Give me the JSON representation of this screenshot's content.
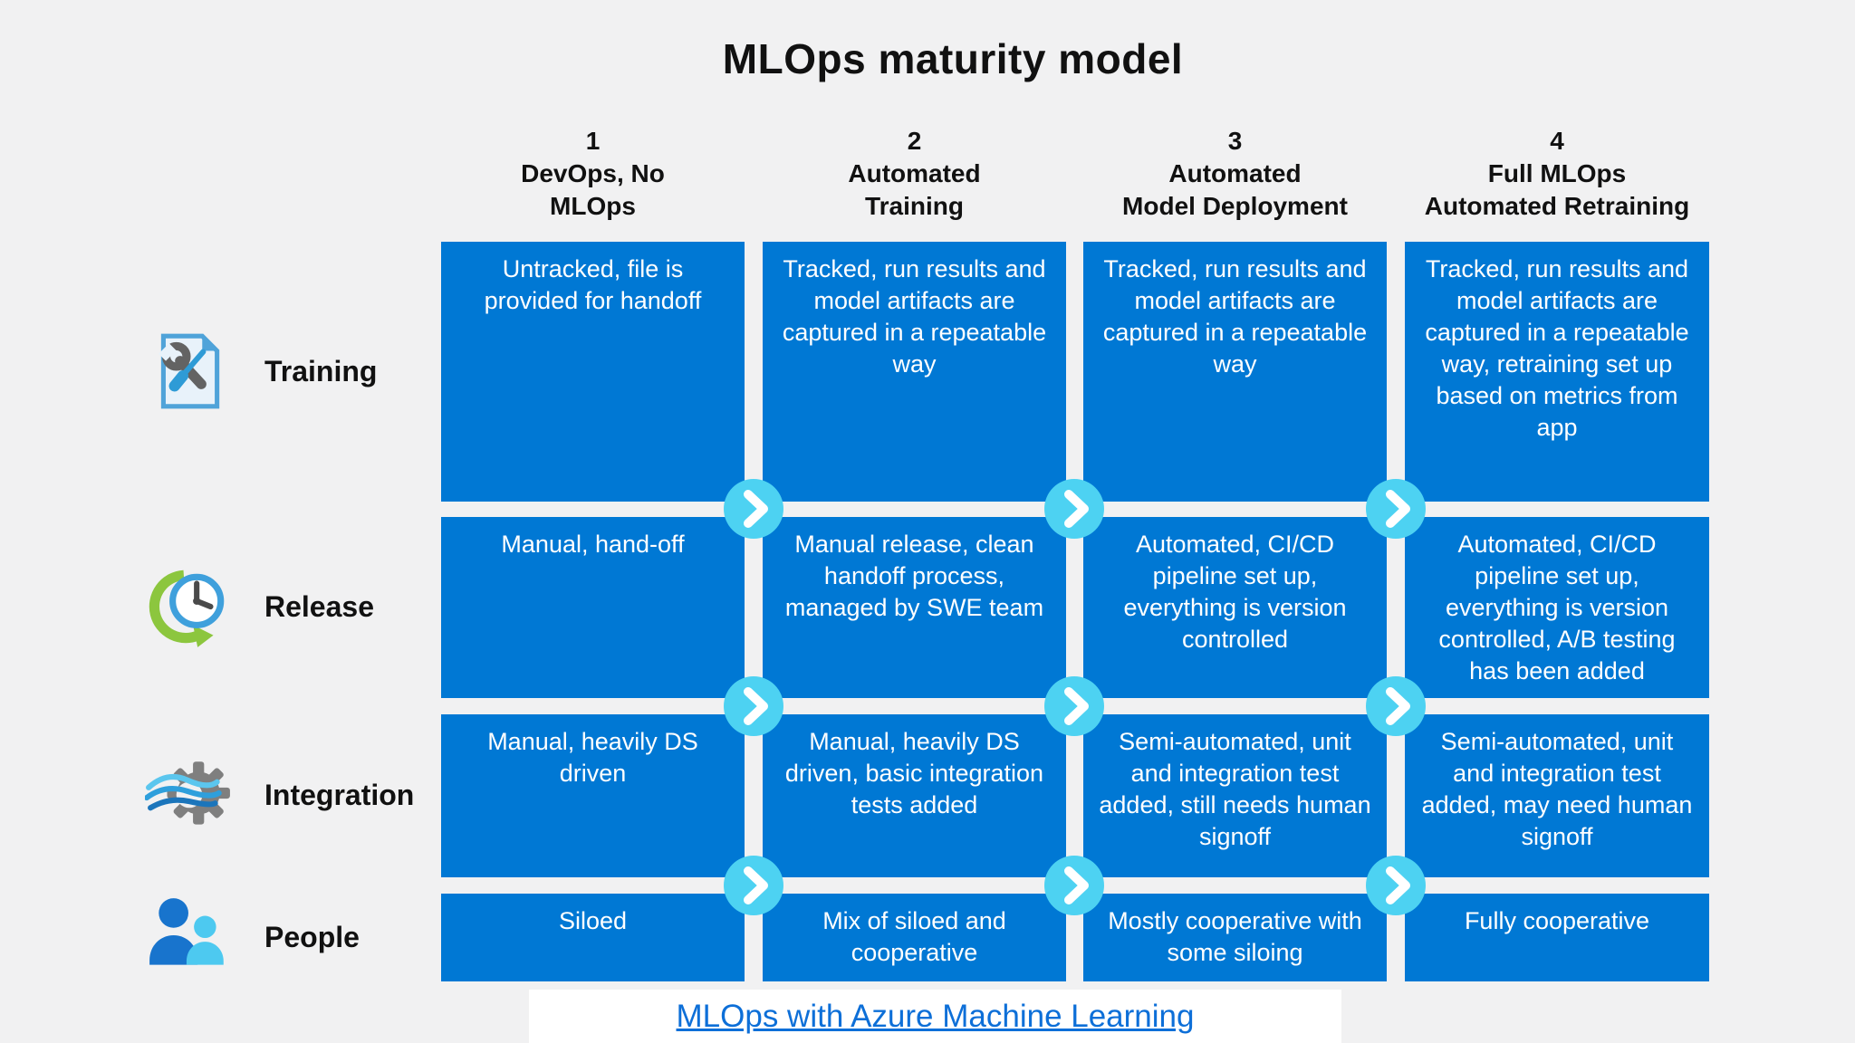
{
  "title": "MLOps maturity model",
  "columns": [
    {
      "number": "1",
      "label": "DevOps, No\nMLOps"
    },
    {
      "number": "2",
      "label": "Automated\nTraining"
    },
    {
      "number": "3",
      "label": "Automated\nModel Deployment"
    },
    {
      "number": "4",
      "label": "Full MLOps\nAutomated Retraining"
    }
  ],
  "rows": [
    {
      "label": "Training",
      "icon": "wrench-screwdriver-document-icon",
      "cells": [
        "Untracked, file is provided for handoff",
        "Tracked, run results and model artifacts are captured in a repeatable way",
        "Tracked, run results and model artifacts are captured in a repeatable way",
        "Tracked, run results and model artifacts are captured in a repeatable way, retraining set up based on metrics from app"
      ]
    },
    {
      "label": "Release",
      "icon": "clock-history-icon",
      "cells": [
        "Manual, hand-off",
        "Manual release, clean handoff process, managed by SWE team",
        "Automated, CI/CD pipeline set up, everything is version controlled",
        "Automated, CI/CD pipeline set up, everything is version controlled, A/B testing has been added"
      ]
    },
    {
      "label": "Integration",
      "icon": "gear-wind-icon",
      "cells": [
        "Manual, heavily DS driven",
        "Manual, heavily DS driven, basic integration tests added",
        "Semi-automated, unit and integration test added, still needs human signoff",
        "Semi-automated, unit and integration test added, may need human signoff"
      ]
    },
    {
      "label": "People",
      "icon": "two-people-icon",
      "cells": [
        "Siloed",
        "Mix of siloed and cooperative",
        "Mostly cooperative with some siloing",
        "Fully cooperative"
      ]
    }
  ],
  "icons": {
    "connector": "chevron-right-icon"
  },
  "footer": {
    "link_label": "MLOps with Azure Machine Learning"
  },
  "colors": {
    "cell_blue": "#0078d4",
    "chevron_cyan": "#4dd2f2",
    "link_blue": "#0d6fd8",
    "background": "#f1f1f2"
  }
}
